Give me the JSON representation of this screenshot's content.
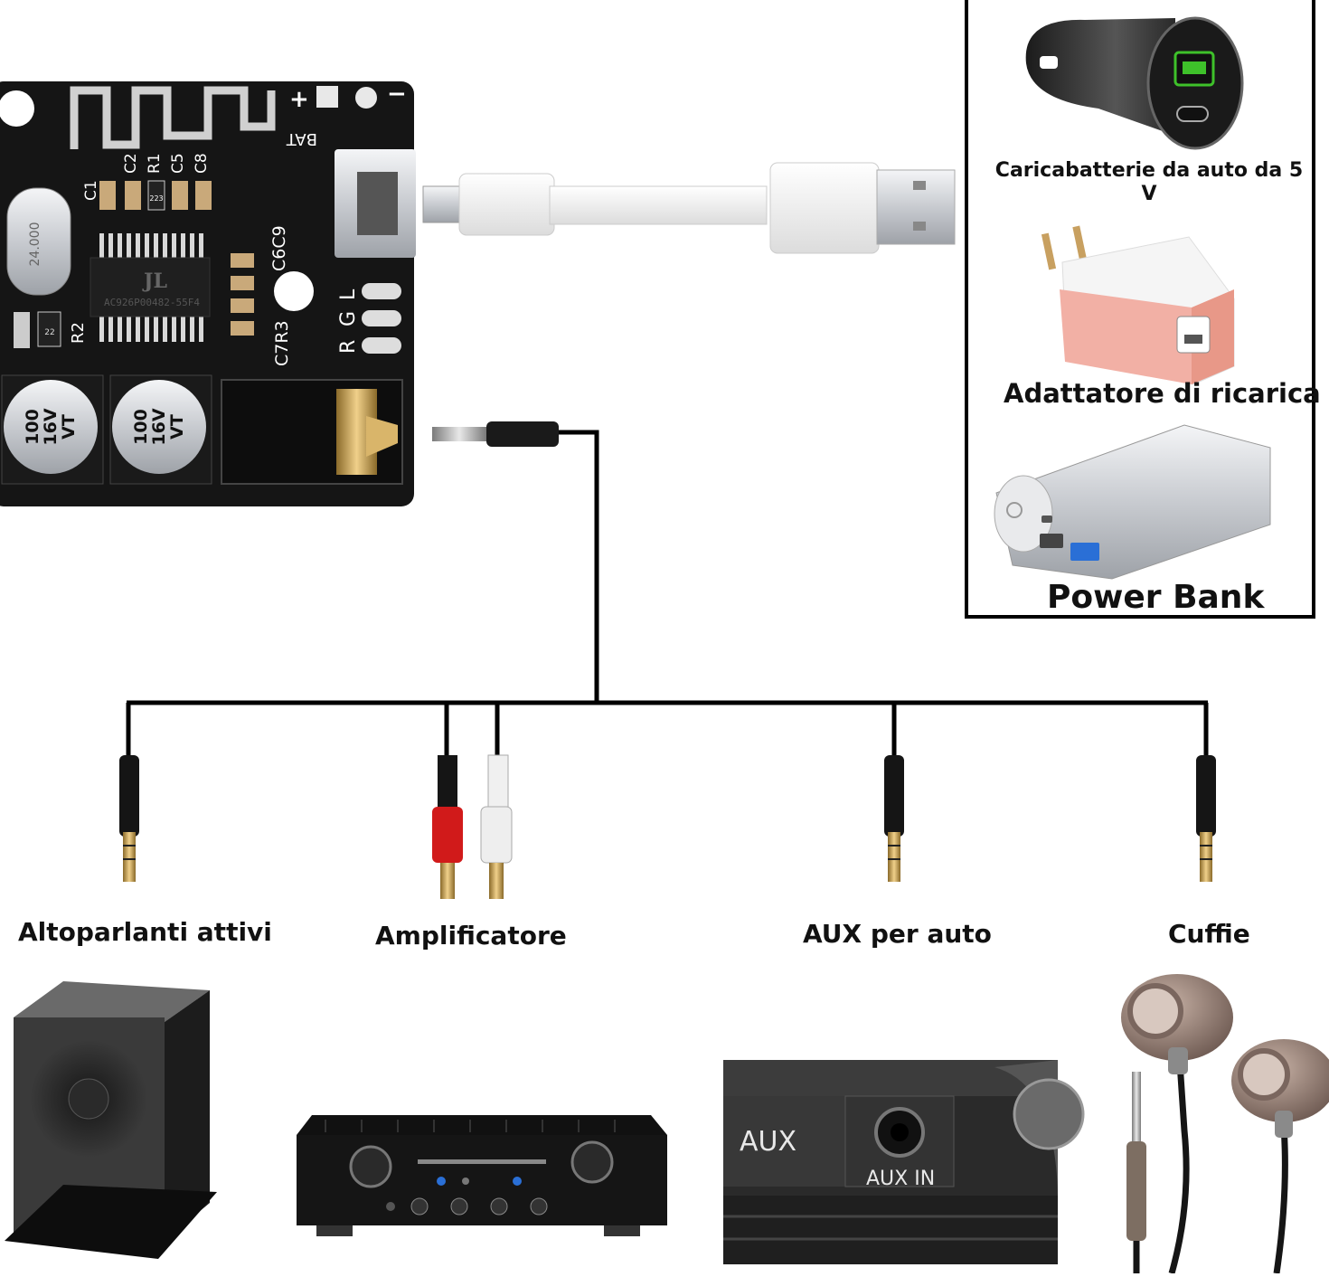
{
  "board": {
    "bat_label": "BAT",
    "plus_label": "+",
    "minus_label": "−",
    "silk_labels": [
      "C1",
      "C2",
      "R1",
      "C5",
      "C8",
      "C6C9",
      "C7R3",
      "R2",
      "L",
      "G",
      "R"
    ],
    "cap_lines": [
      "100",
      "16V",
      "VT"
    ],
    "chip_logo": "JL",
    "chip_text": "AC926P00482-55F4",
    "crystal_text": "24.000",
    "resistor_code": "223",
    "smd_code": "22"
  },
  "power_sources": {
    "car_charger": {
      "label": "Caricabatterie da auto da 5 V"
    },
    "adapter": {
      "label": "Adattatore di ricarica"
    },
    "power_bank": {
      "label": "Power Bank"
    }
  },
  "outputs": [
    {
      "id": "speakers",
      "label": "Altoparlanti attivi",
      "plug": "3.5mm jack"
    },
    {
      "id": "amplifier",
      "label": "Amplificatore",
      "plug": "RCA red/white"
    },
    {
      "id": "car-aux",
      "label": "AUX per auto",
      "plug": "3.5mm jack"
    },
    {
      "id": "headphones",
      "label": "Cuffie",
      "plug": "3.5mm jack"
    }
  ],
  "aux_panel": {
    "aux_text": "AUX",
    "aux_in_text": "AUX IN"
  },
  "colors": {
    "board": "#151515",
    "gold": "#c9a15a",
    "cable": "#f2f2f2",
    "rca_red": "#d11a1a",
    "rca_white": "#eeeeee",
    "charger_pink": "#f2b0a5",
    "bank_silver": "#c8cbd0",
    "accent_green": "#3ec12a",
    "accent_blue": "#2a6fd6"
  }
}
